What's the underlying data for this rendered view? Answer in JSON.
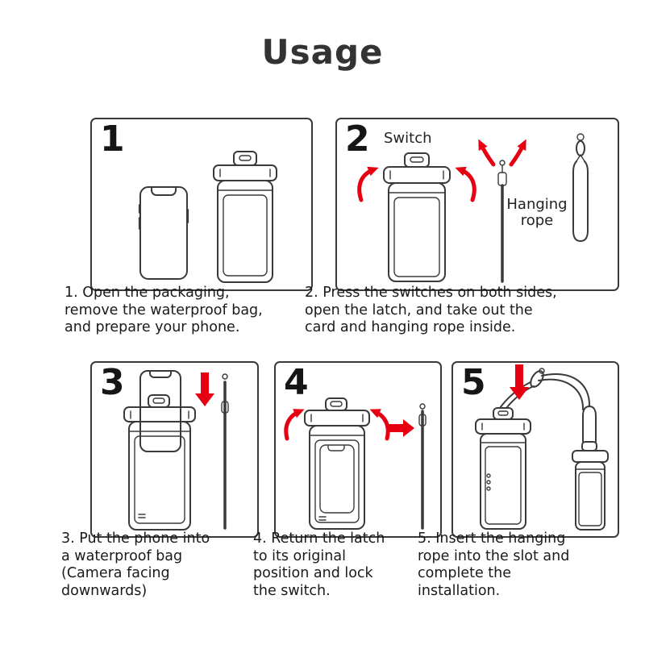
{
  "page": {
    "title": "Usage",
    "colors": {
      "accent_red": "#e60012",
      "line": "#3a3a3a",
      "text": "#1a1a1a",
      "background": "#ffffff"
    }
  },
  "steps": [
    {
      "number": "1",
      "caption": "1. Open the packaging,\nremove the waterproof bag,\nand prepare your phone.",
      "illustration": "phone-and-waterproof-bag"
    },
    {
      "number": "2",
      "caption": "2. Press the switches on both sides,\nopen the latch, and take out the\ncard and hanging rope inside.",
      "annotations": {
        "switch": "Switch",
        "hanging_rope": "Hanging\nrope"
      },
      "illustration": "press-side-switches-open-latch"
    },
    {
      "number": "3",
      "caption": "3. Put the phone into\na waterproof bag\n(Camera facing\ndownwards)",
      "illustration": "insert-phone-into-bag"
    },
    {
      "number": "4",
      "caption": "4. Return the latch\nto its original\nposition and lock\nthe switch.",
      "illustration": "close-latch-lock-switch"
    },
    {
      "number": "5",
      "caption": "5. Insert the hanging\nrope into the slot and\ncomplete the\ninstallation.",
      "illustration": "attach-hanging-rope"
    }
  ]
}
